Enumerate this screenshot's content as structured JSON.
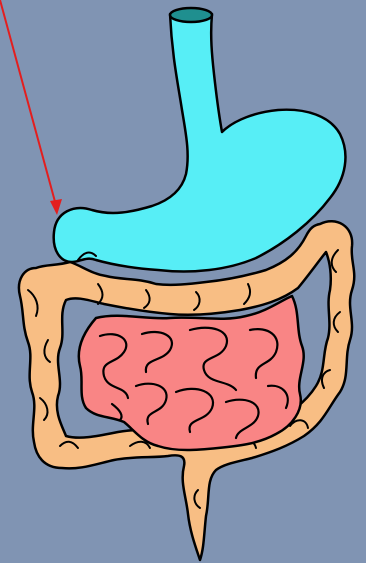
{
  "colors": {
    "background": "#8094B3",
    "outline": "#000000",
    "stomach": "#57EEF6",
    "stomach_top": "#1F8F8F",
    "large_intestine": "#F8BE84",
    "small_intestine": "#F98585",
    "arrow": "#E31E1E"
  },
  "parts": {
    "esophagus": "esophagus",
    "stomach": "stomach",
    "large_intestine": "large-intestine",
    "small_intestine": "small-intestine",
    "pointer_arrow": "pointer-arrow"
  }
}
